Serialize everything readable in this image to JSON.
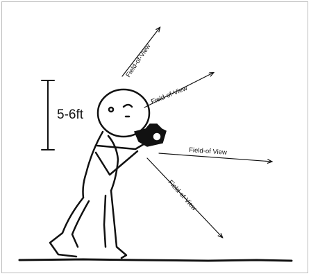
{
  "height_label": "5-6ft",
  "fov_labels": [
    "Field-of-View",
    "Field-of-View",
    "Field-of View",
    "Field-of-View"
  ],
  "colors": {
    "ink": "#111111",
    "frame": "#bdbdbd",
    "background": "#ffffff"
  }
}
